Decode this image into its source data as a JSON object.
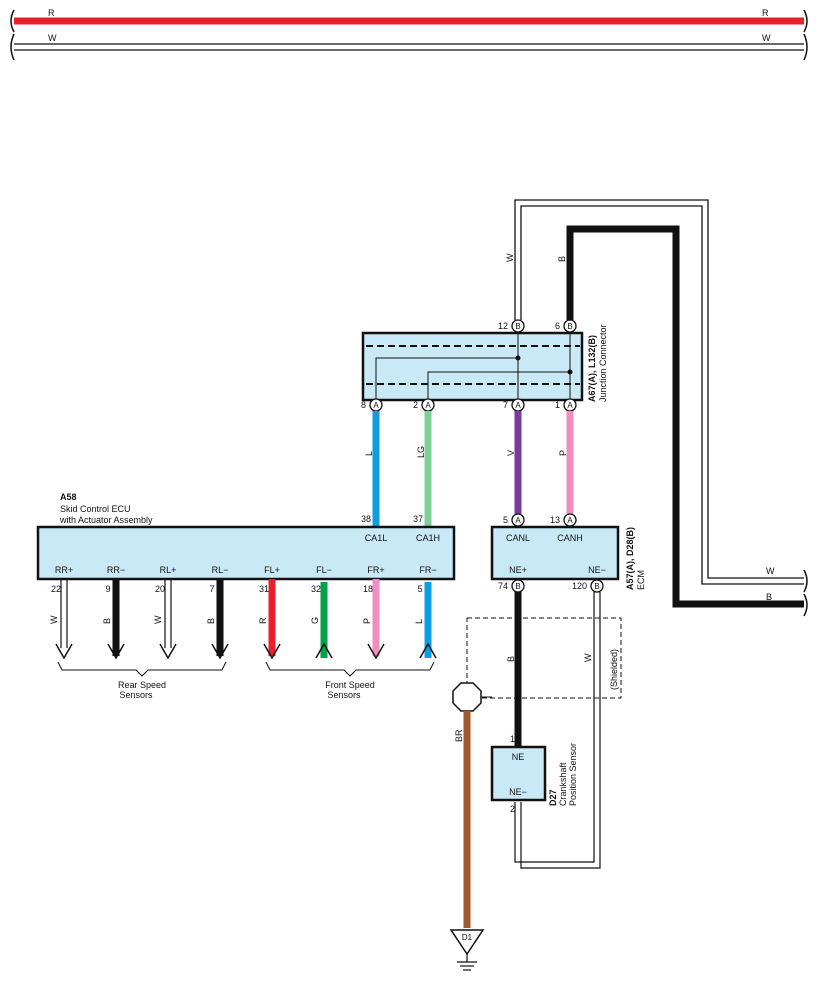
{
  "top_wires": {
    "r_left": "R",
    "r_right": "R",
    "w_left": "W",
    "w_right": "W"
  },
  "junction_connector": {
    "id": "A67(A), L132(B)",
    "name": "Junction Connector",
    "pins_top": [
      {
        "num": "12",
        "conn": "B"
      },
      {
        "num": "6",
        "conn": "B"
      }
    ],
    "pins_bottom": [
      {
        "num": "8",
        "conn": "A"
      },
      {
        "num": "2",
        "conn": "A"
      },
      {
        "num": "7",
        "conn": "A"
      },
      {
        "num": "1",
        "conn": "A"
      }
    ]
  },
  "wire_colors_junction": {
    "w_top": "W",
    "b_top": "B",
    "l": "L",
    "lg": "LG",
    "v": "V",
    "p": "P"
  },
  "skid_ecu": {
    "id": "A58",
    "name_line1": "Skid Control ECU",
    "name_line2": "with Actuator Assembly",
    "top_pins": [
      {
        "num": "38",
        "label": "CA1L"
      },
      {
        "num": "37",
        "label": "CA1H"
      }
    ],
    "bottom_pins": [
      {
        "label": "RR+",
        "num": "22",
        "color": "W",
        "hex": "#ffffff"
      },
      {
        "label": "RR−",
        "num": "9",
        "color": "B",
        "hex": "#111111"
      },
      {
        "label": "RL+",
        "num": "20",
        "color": "W",
        "hex": "#ffffff"
      },
      {
        "label": "RL−",
        "num": "7",
        "color": "B",
        "hex": "#111111"
      },
      {
        "label": "FL+",
        "num": "31",
        "color": "R",
        "hex": "#e8202a"
      },
      {
        "label": "FL−",
        "num": "32",
        "color": "G",
        "hex": "#00a24a"
      },
      {
        "label": "FR+",
        "num": "18",
        "color": "P",
        "hex": "#f08cc0"
      },
      {
        "label": "FR−",
        "num": "5",
        "color": "L",
        "hex": "#0aa0e0"
      }
    ]
  },
  "sensors": {
    "rear_line1": "Rear Speed",
    "rear_line2": "Sensors",
    "front_line1": "Front Speed",
    "front_line2": "Sensors"
  },
  "ecm": {
    "id": "A57(A), D28(B)",
    "name": "ECM",
    "top_pins": [
      {
        "num": "5",
        "conn": "A",
        "label": "CANL"
      },
      {
        "num": "13",
        "conn": "A",
        "label": "CANH"
      }
    ],
    "bottom_pins": [
      {
        "num": "74",
        "conn": "B",
        "label": "NE+"
      },
      {
        "num": "120",
        "conn": "B",
        "label": "NE−"
      }
    ]
  },
  "right_wires": {
    "w": "W",
    "b": "B"
  },
  "ecm_wires": {
    "b": "B",
    "w": "W",
    "shielded": "(Shielded)",
    "br": "BR"
  },
  "crank_sensor": {
    "id": "D27",
    "name_line1": "Crankshaft",
    "name_line2": "Position Sensor",
    "pin_top_label": "NE",
    "pin_bottom_label": "NE−",
    "pin_top_num": "1",
    "pin_bottom_num": "2"
  },
  "ground": {
    "label": "D1"
  },
  "colors": {
    "R": "#e8202a",
    "L": "#0aa0e0",
    "LG": "#7fcf9a",
    "V": "#7a3aa0",
    "P": "#f08cc0",
    "BR": "#a05a2c",
    "G": "#00a24a",
    "B": "#111111",
    "box_fill": "#c9e9f6"
  }
}
